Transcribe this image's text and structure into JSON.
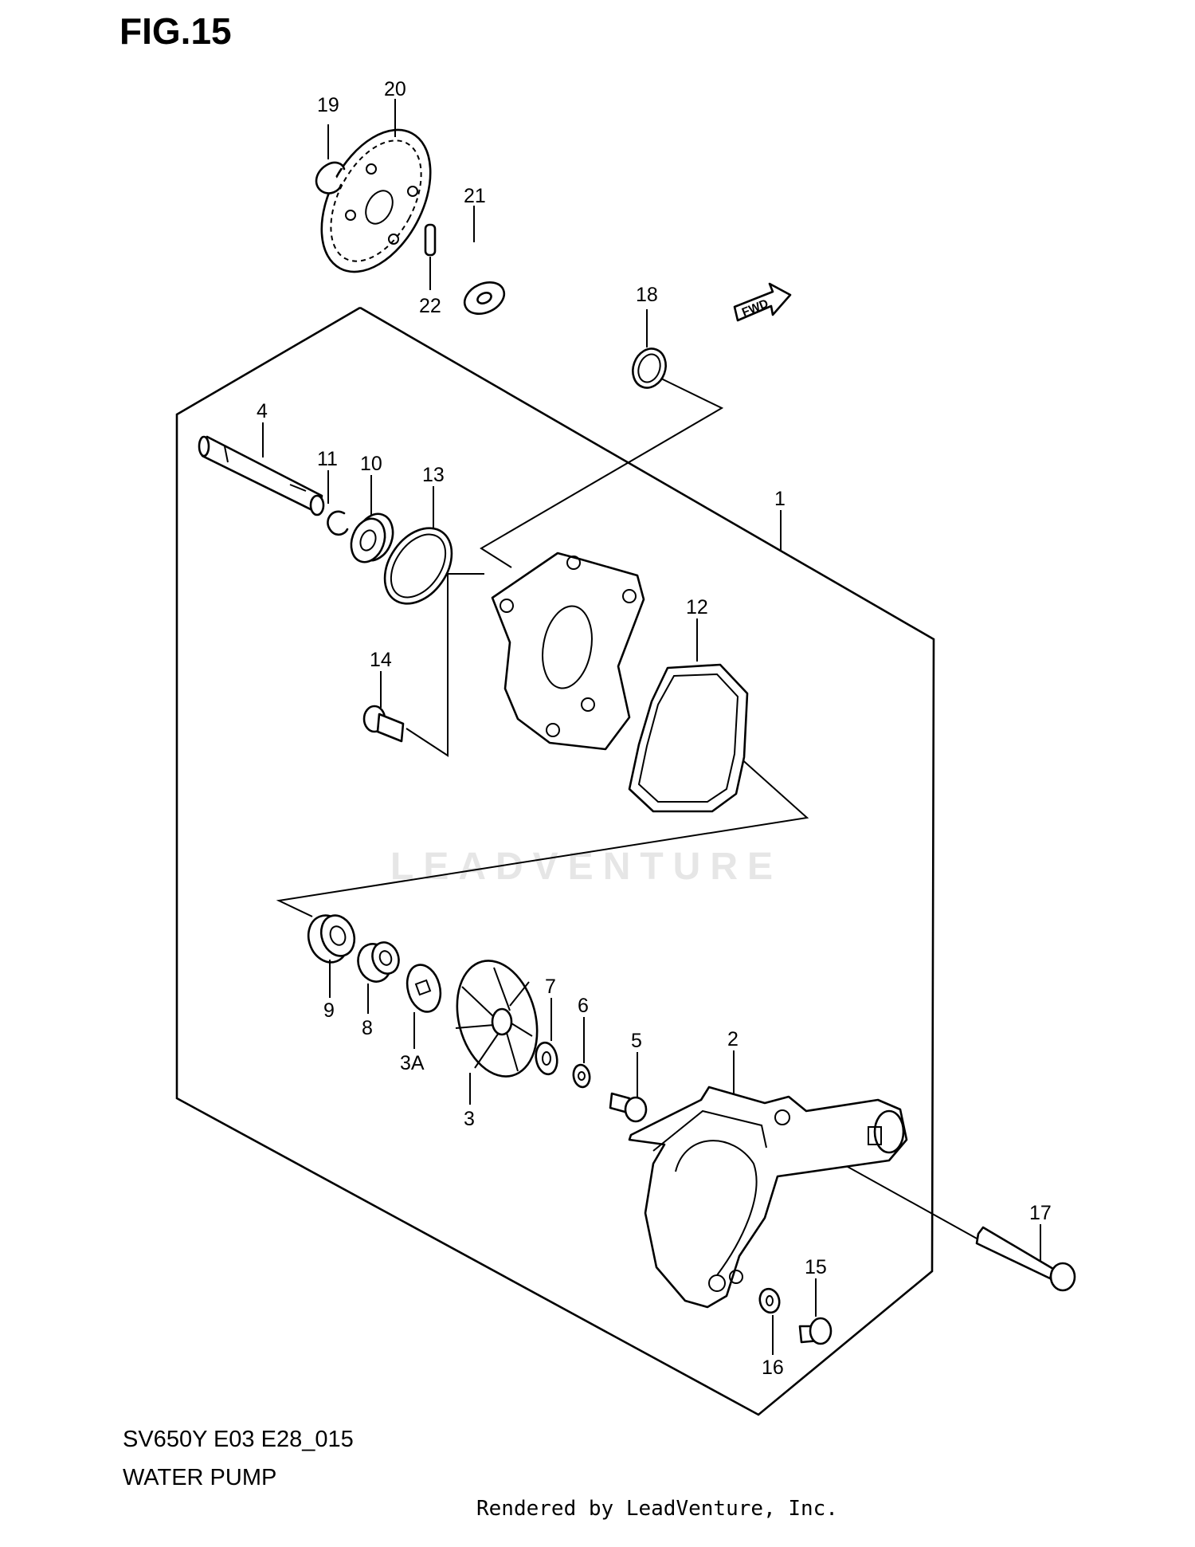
{
  "figure": {
    "title": "FIG.15"
  },
  "footer": {
    "model_code": "SV650Y E03 E28_015",
    "section_name": "WATER PUMP",
    "render_credit": "Rendered by LeadVenture, Inc."
  },
  "watermark": {
    "text": "LEADVENTURE"
  },
  "direction_indicator": {
    "label": "FWD"
  },
  "callouts": {
    "c1": "1",
    "c2": "2",
    "c3": "3",
    "c3a": "3A",
    "c4": "4",
    "c5": "5",
    "c6": "6",
    "c7": "7",
    "c8": "8",
    "c9": "9",
    "c10": "10",
    "c11": "11",
    "c12": "12",
    "c13": "13",
    "c14": "14",
    "c15": "15",
    "c16": "16",
    "c17": "17",
    "c18": "18",
    "c19": "19",
    "c20": "20",
    "c21": "21",
    "c22": "22"
  }
}
